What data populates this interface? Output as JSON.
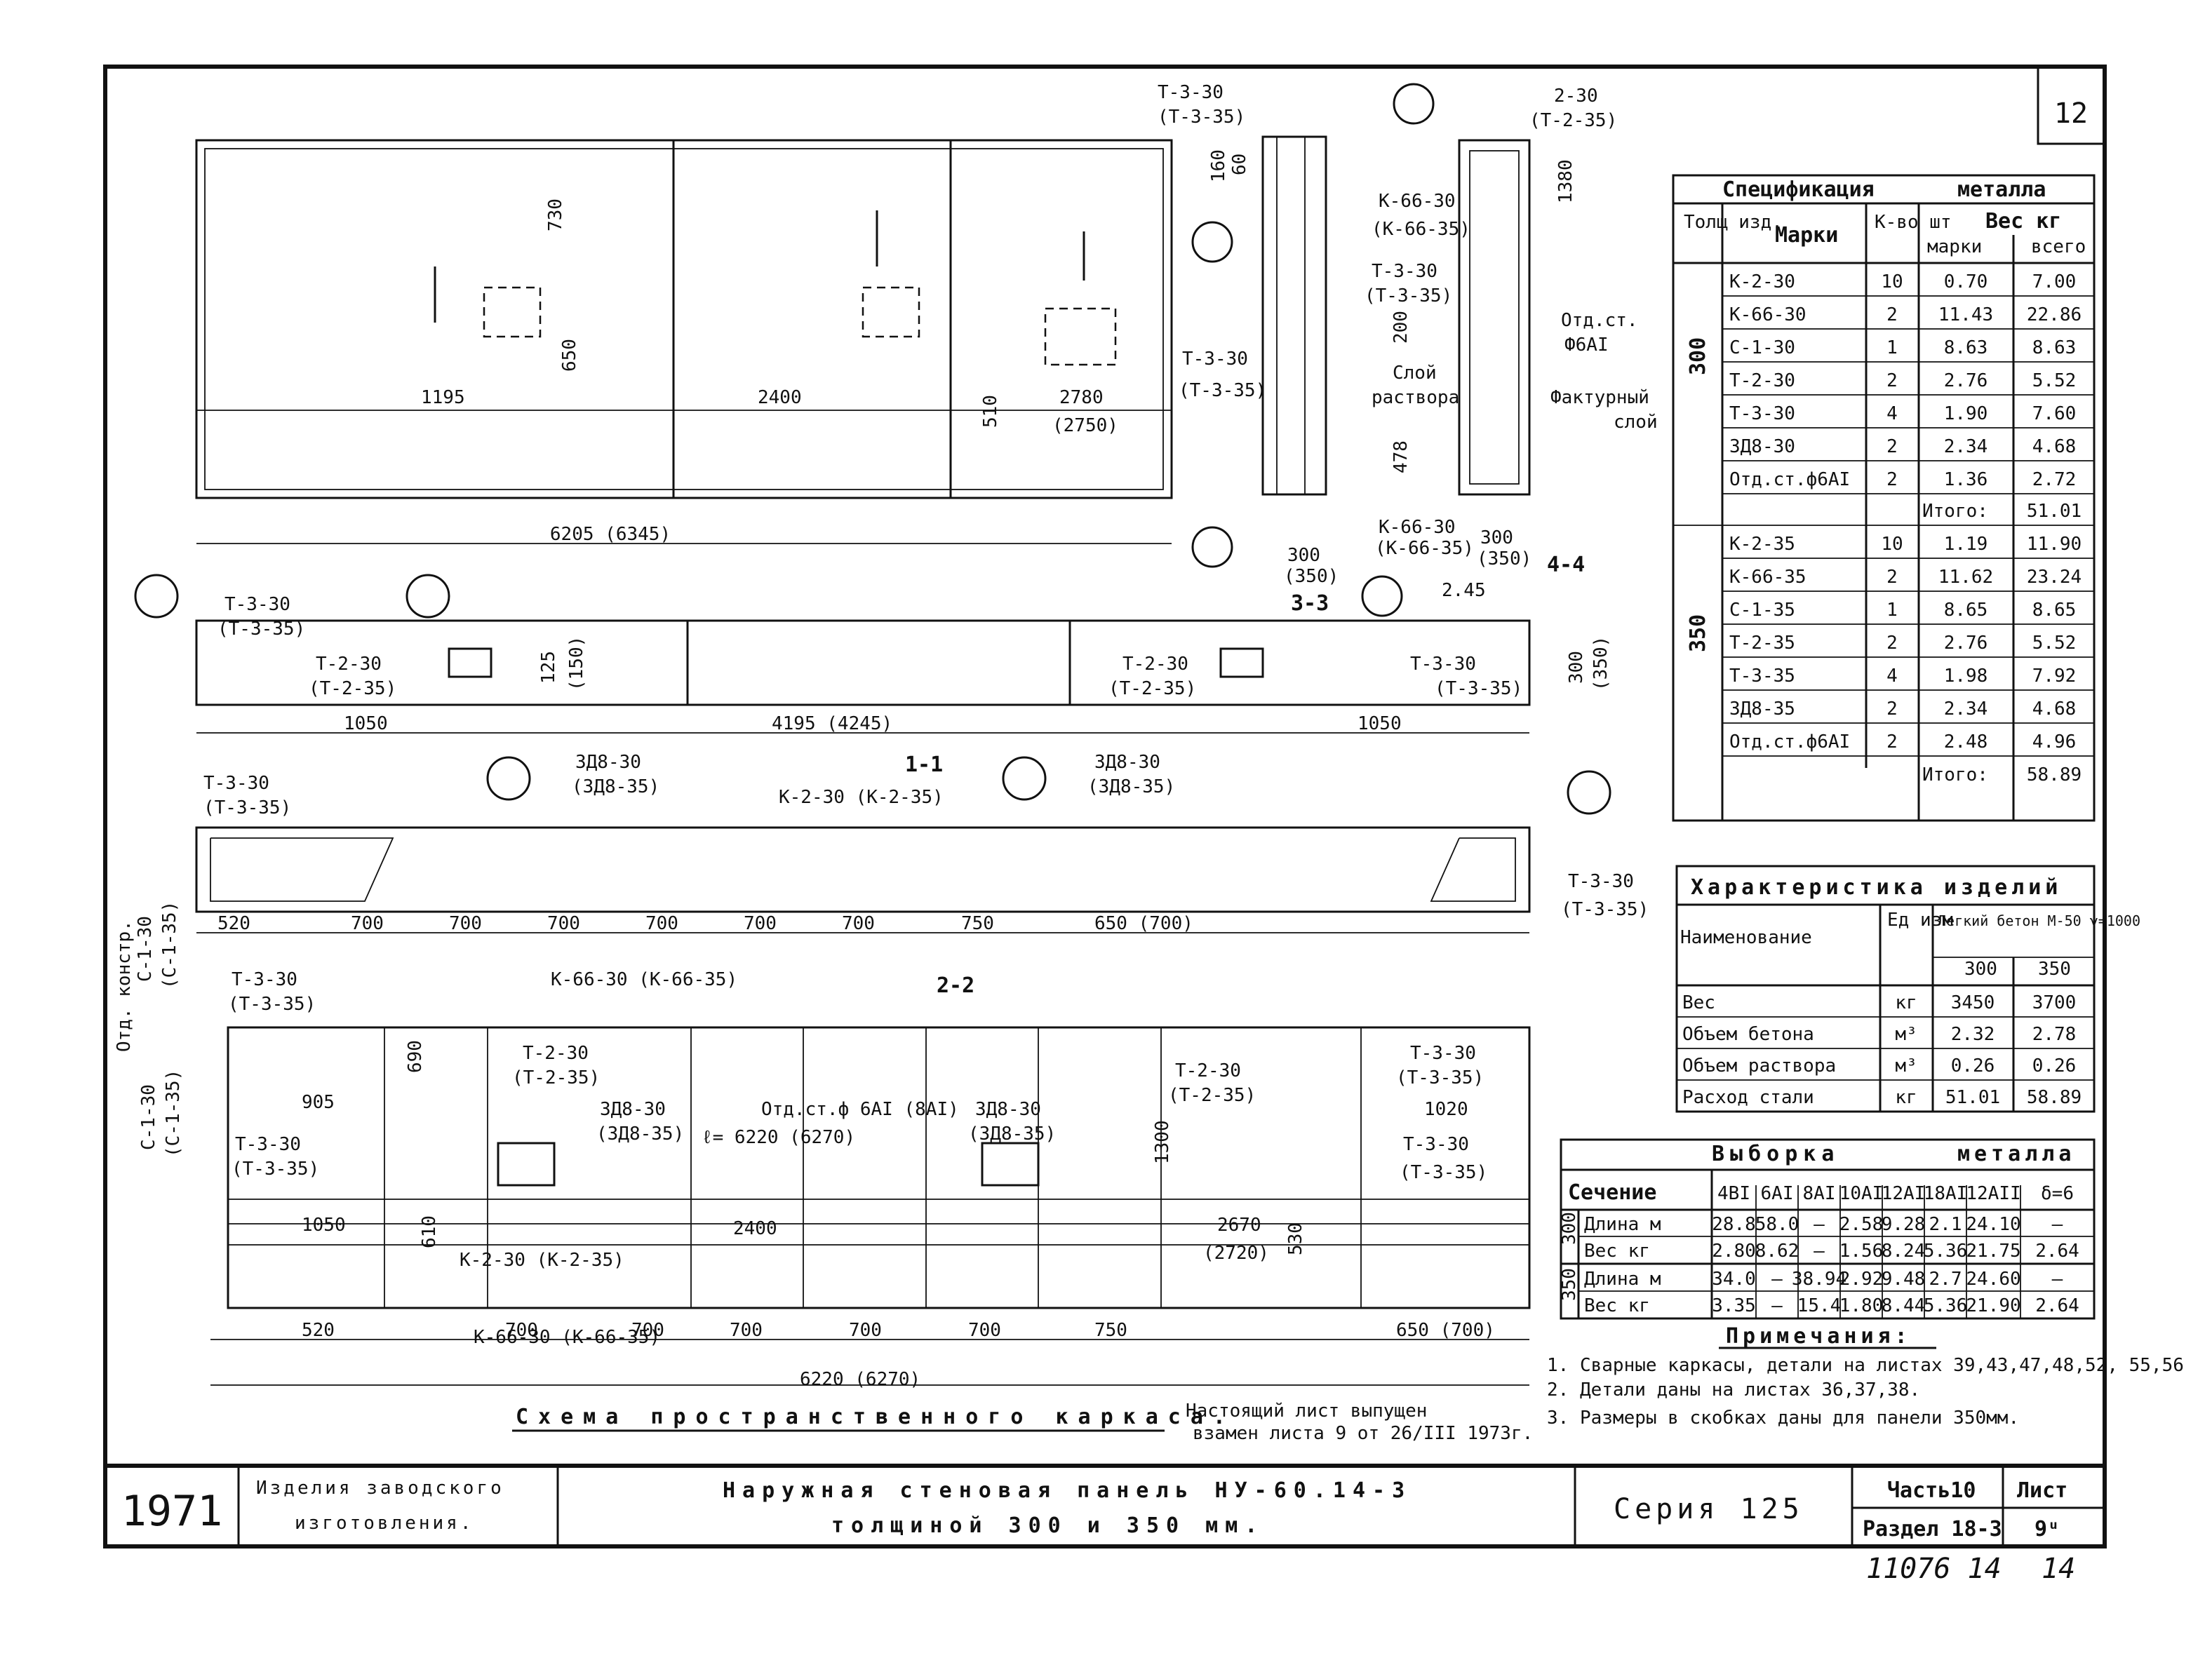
{
  "sheet_number": "12",
  "spec_table": {
    "title_left": "Спецификация",
    "title_right": "металла",
    "col_thickness": "Толщ изд.",
    "col_mark": "Марки",
    "col_qty": "К-во шт",
    "col_weight": "Вес кг",
    "col_weight_mark": "марки",
    "col_weight_total": "всего",
    "group_300": "300",
    "group_350": "350",
    "rows_300": [
      {
        "mark": "К-2-30",
        "qty": "10",
        "w": "0.70",
        "total": "7.00"
      },
      {
        "mark": "К-66-30",
        "qty": "2",
        "w": "11.43",
        "total": "22.86"
      },
      {
        "mark": "С-1-30",
        "qty": "1",
        "w": "8.63",
        "total": "8.63"
      },
      {
        "mark": "Т-2-30",
        "qty": "2",
        "w": "2.76",
        "total": "5.52"
      },
      {
        "mark": "Т-3-30",
        "qty": "4",
        "w": "1.90",
        "total": "7.60"
      },
      {
        "mark": "ЗД8-30",
        "qty": "2",
        "w": "2.34",
        "total": "4.68"
      },
      {
        "mark": "Отд.ст.ф6АI",
        "qty": "2",
        "w": "1.36",
        "total": "2.72"
      }
    ],
    "total_300_label": "Итого:",
    "total_300": "51.01",
    "rows_350": [
      {
        "mark": "К-2-35",
        "qty": "10",
        "w": "1.19",
        "total": "11.90"
      },
      {
        "mark": "К-66-35",
        "qty": "2",
        "w": "11.62",
        "total": "23.24"
      },
      {
        "mark": "С-1-35",
        "qty": "1",
        "w": "8.65",
        "total": "8.65"
      },
      {
        "mark": "Т-2-35",
        "qty": "2",
        "w": "2.76",
        "total": "5.52"
      },
      {
        "mark": "Т-3-35",
        "qty": "4",
        "w": "1.98",
        "total": "7.92"
      },
      {
        "mark": "ЗД8-35",
        "qty": "2",
        "w": "2.34",
        "total": "4.68"
      },
      {
        "mark": "Отд.ст.ф6АI",
        "qty": "2",
        "w": "2.48",
        "total": "4.96"
      }
    ],
    "total_350_label": "Итого:",
    "total_350": "58.89"
  },
  "char_table": {
    "title": "Характеристика изделий",
    "col_name": "Наименование",
    "col_unit": "Ед изм",
    "col_concrete": "Легкий бетон М-50 γ=1000",
    "col_300": "300",
    "col_350": "350",
    "rows": [
      {
        "name": "Вес",
        "unit": "кг",
        "v300": "3450",
        "v350": "3700"
      },
      {
        "name": "Объем бетона",
        "unit": "м³",
        "v300": "2.32",
        "v350": "2.78"
      },
      {
        "name": "Объем раствора",
        "unit": "м³",
        "v300": "0.26",
        "v350": "0.26"
      },
      {
        "name": "Расход стали",
        "unit": "кг",
        "v300": "51.01",
        "v350": "58.89"
      }
    ]
  },
  "sel_table": {
    "title_left": "Выборка",
    "title_right": "металла",
    "col_section": "Сечение",
    "cols": [
      "4ВI",
      "6АI",
      "8АI",
      "10АI",
      "12АI",
      "18АI",
      "12АII",
      "δ=6"
    ],
    "group_300": "300",
    "group_350": "350",
    "rows_300": [
      {
        "label": "Длина м",
        "vals": [
          "28.8",
          "58.0",
          "—",
          "2.58",
          "9.28",
          "2.1",
          "24.10",
          "—"
        ]
      },
      {
        "label": "Вес кг",
        "vals": [
          "2.80",
          "8.62",
          "—",
          "1.56",
          "8.24",
          "5.36",
          "21.75",
          "2.64"
        ]
      }
    ],
    "rows_350": [
      {
        "label": "Длина м",
        "vals": [
          "34.0",
          "—",
          "38.94",
          "2.92",
          "9.48",
          "2.7",
          "24.60",
          "—"
        ]
      },
      {
        "label": "Вес кг",
        "vals": [
          "3.35",
          "—",
          "15.4",
          "1.80",
          "8.44",
          "5.36",
          "21.90",
          "2.64"
        ]
      }
    ]
  },
  "notes": {
    "title": "Примечания:",
    "items": [
      "1. Сварные каркасы, детали на листах 39,43,47,48,52, 55,56",
      "2. Детали даны на листах 36,37,38.",
      "3. Размеры в скобках даны для панели 350мм."
    ]
  },
  "scheme_caption": "Схема пространственного каркаса.",
  "issue_note_1": "Настоящий лист выпущен",
  "issue_note_2": "взамен листа 9 от 26/III 1973г.",
  "title_block": {
    "year": "1971",
    "org_line1": "Изделия заводского",
    "org_line2": "изготовления.",
    "title_line1": "Наружная стеновая панель НУ-60.14-3",
    "title_line2": "толщиной 300 и 350 мм.",
    "series": "Серия 125",
    "part": "Часть10",
    "section": "Раздел 18-3",
    "sheet_label": "Лист",
    "sheet_no": "9ᵘ"
  },
  "footer": {
    "code": "11076 14",
    "page": "14"
  },
  "side_text": "Отд. констр.",
  "drawing_labels": {
    "elev_dim_total": "6205 (6345)",
    "elev_d1": "1195",
    "elev_d2": "2400",
    "elev_d3": "2780",
    "elev_d3b": "(2750)",
    "elev_h1": "730",
    "elev_h2": "650",
    "elev_h3": "510",
    "elev_t330": "Т-3-30",
    "elev_t335": "(Т-3-35)",
    "elev_t330b": "Т-3-30",
    "elev_t335b": "(Т-3-35)",
    "sec_k66": "К-66-30",
    "sec_k66b": "(К-66-35)",
    "sec_t330": "Т-3-30",
    "sec_t335": "(Т-3-35)",
    "sec_t230": "2-30",
    "sec_t235": "(Т-2-35)",
    "sec_otd": "Отд.ст.",
    "sec_f6": "Ф6АI",
    "sec_sloy": "Слой",
    "sec_rastvora": "раствора",
    "sec_faktur": "Фактурный",
    "sec_sloy2": "слой",
    "sec_1380": "1380",
    "sec_200": "200",
    "sec_478": "478",
    "sec_300": "300",
    "sec_350": "(350)",
    "sec_300b": "300",
    "sec_350b": "(350)",
    "sec_k66c": "К-66-30",
    "sec_k66d": "(К-66-35)",
    "sec_160": "160",
    "sec_60": "60",
    "label_33": "3-3",
    "label_44": "4-4",
    "label_11": "1-1",
    "label_22": "2-2",
    "plan_t330": "Т-3-30",
    "plan_t335": "(Т-3-35)",
    "plan_t230": "Т-2-30",
    "plan_t235": "(Т-2-35)",
    "plan_t230b": "Т-2-30",
    "plan_t235b": "(Т-2-35)",
    "plan_t330b": "Т-3-30",
    "plan_t335b": "(Т-3-35)",
    "plan_d1": "1050",
    "plan_d2": "4195 (4245)",
    "plan_d3": "1050",
    "plan_300": "300",
    "plan_350": "(350)",
    "plan_125": "125",
    "plan_150": "(150)",
    "plan_245": "2.45",
    "s11_t330": "Т-3-30",
    "s11_t335": "(Т-3-35)",
    "s11_zd": "3Д8-30",
    "s11_zd2": "(3Д8-35)",
    "s11_k2": "К-2-30 (К-2-35)",
    "s11_zd3": "3Д8-30",
    "s11_zd4": "(3Д8-35)",
    "s11_t330r": "Т-3-30",
    "s11_t335r": "(Т-3-35)",
    "s11_dims": [
      "520",
      "700",
      "700",
      "700",
      "700",
      "700",
      "700",
      "750",
      "650 (700)"
    ],
    "s11_c": "С-1-30",
    "s11_c2": "(С-1-35)",
    "s22_k66": "К-66-30 (К-66-35)",
    "s22_t330": "Т-3-30",
    "s22_t335": "(Т-3-35)",
    "s22_t230": "Т-2-30",
    "s22_t235": "(Т-2-35)",
    "s22_zd": "3Д8-30",
    "s22_zd2": "(3Д8-35)",
    "s22_otd": "Отд.ст.ф 6АI (8АI)",
    "s22_l": "ℓ= 6220 (6270)",
    "s22_zd3": "3Д8-30",
    "s22_zd4": "(3Д8-35)",
    "s22_t230b": "Т-2-30",
    "s22_t235b": "(Т-2-35)",
    "s22_t330b": "Т-3-30",
    "s22_t335b": "(Т-3-35)",
    "s22_t330c": "Т-3-30",
    "s22_t335c": "(Т-3-35)",
    "s22_t330l": "Т-3-30",
    "s22_t335l": "(Т-3-35)",
    "s22_905": "905",
    "s22_1020": "1020",
    "s22_1050": "1050",
    "s22_2400": "2400",
    "s22_2670": "2670",
    "s22_2720": "(2720)",
    "s22_k2": "К-2-30 (К-2-35)",
    "s22_k66b": "К-66-30 (К-66-35)",
    "s22_690": "690",
    "s22_610": "610",
    "s22_1300": "1300",
    "s22_530": "530",
    "s22_c": "С-1-30",
    "s22_c2": "(С-1-35)",
    "s22_dims": [
      "520",
      "700",
      "700",
      "700",
      "700",
      "700",
      "750",
      "650 (700)"
    ],
    "s22_total": "6220 (6270)"
  }
}
